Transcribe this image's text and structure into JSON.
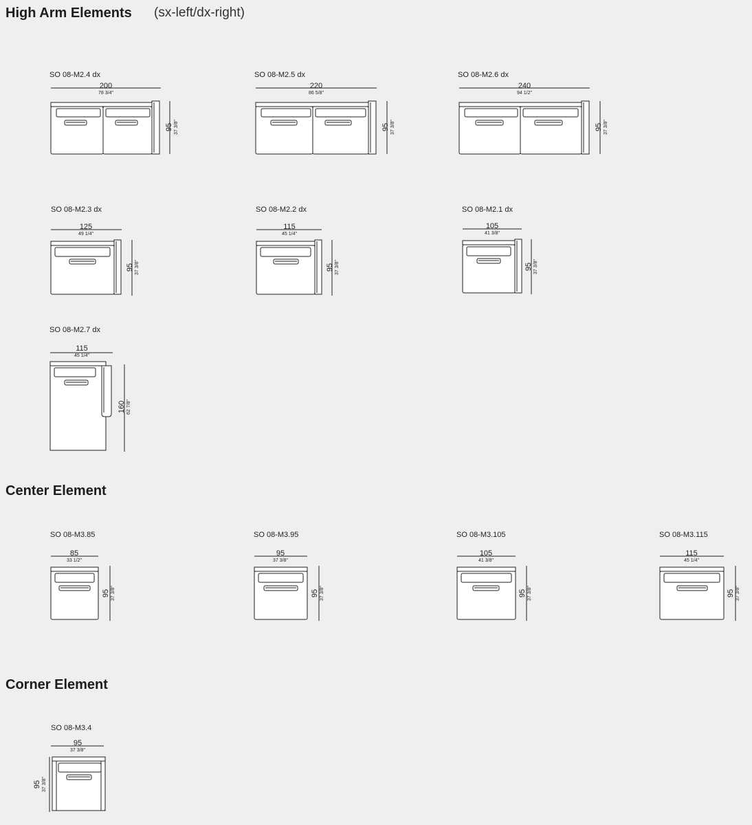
{
  "sections": {
    "high_arm": {
      "title": "High Arm Elements",
      "subtitle": "(sx-left/dx-right)"
    },
    "center": {
      "title": "Center Element"
    },
    "corner": {
      "title": "Corner Element"
    }
  },
  "elements": {
    "m24": {
      "code": "SO 08-M2.4 dx",
      "width_cm": "200",
      "width_in": "78 3/4\"",
      "depth_cm": "95",
      "depth_in": "37 3/8\""
    },
    "m25": {
      "code": "SO 08-M2.5 dx",
      "width_cm": "220",
      "width_in": "86 5/8\"",
      "depth_cm": "95",
      "depth_in": "37 3/8\""
    },
    "m26": {
      "code": "SO 08-M2.6 dx",
      "width_cm": "240",
      "width_in": "94 1/2\"",
      "depth_cm": "95",
      "depth_in": "37 3/8\""
    },
    "m23": {
      "code": "SO 08-M2.3 dx",
      "width_cm": "125",
      "width_in": "49 1/4\"",
      "depth_cm": "95",
      "depth_in": "37 3/8\""
    },
    "m22": {
      "code": "SO 08-M2.2 dx",
      "width_cm": "115",
      "width_in": "45 1/4\"",
      "depth_cm": "95",
      "depth_in": "37 3/8\""
    },
    "m21": {
      "code": "SO 08-M2.1 dx",
      "width_cm": "105",
      "width_in": "41 3/8\"",
      "depth_cm": "95",
      "depth_in": "37 3/8\""
    },
    "m27": {
      "code": "SO 08-M2.7 dx",
      "width_cm": "115",
      "width_in": "45 1/4\"",
      "depth_cm": "160",
      "depth_in": "62 7/8\""
    },
    "m385": {
      "code": "SO 08-M3.85",
      "width_cm": "85",
      "width_in": "33 1/2\"",
      "depth_cm": "95",
      "depth_in": "37 3/8\""
    },
    "m395": {
      "code": "SO 08-M3.95",
      "width_cm": "95",
      "width_in": "37 3/8\"",
      "depth_cm": "95",
      "depth_in": "37 3/8\""
    },
    "m3105": {
      "code": "SO 08-M3.105",
      "width_cm": "105",
      "width_in": "41 3/8\"",
      "depth_cm": "95",
      "depth_in": "37 3/8\""
    },
    "m3115": {
      "code": "SO 08-M3.115",
      "width_cm": "115",
      "width_in": "45 1/4\"",
      "depth_cm": "95",
      "depth_in": "37 3/8\""
    },
    "m34": {
      "code": "SO 08-M3.4",
      "width_cm": "95",
      "width_in": "37 3/8\"",
      "depth_cm": "95",
      "depth_in": "37 3/8\""
    }
  }
}
